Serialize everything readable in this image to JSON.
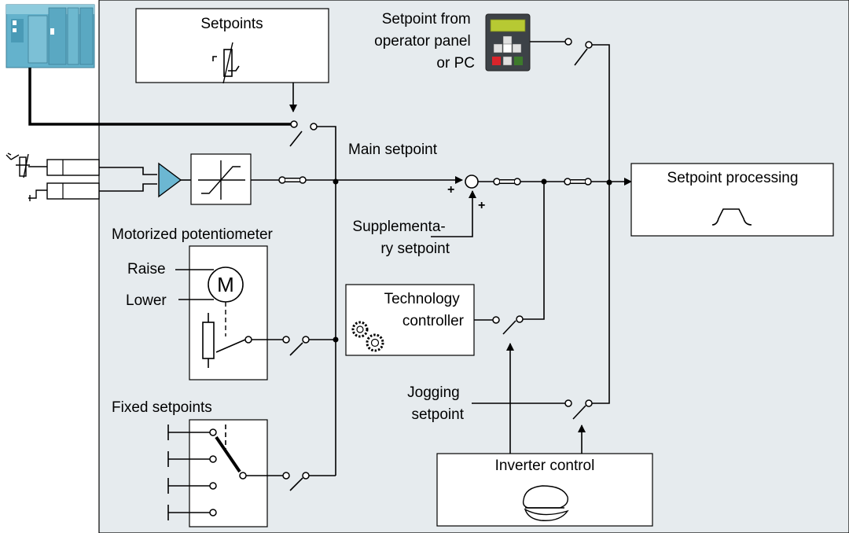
{
  "diagram": {
    "background_color": "#e6ebee",
    "blocks": {
      "setpoints": "Setpoints",
      "setpoint_processing": "Setpoint processing",
      "technology_controller": [
        "Technology",
        "controller"
      ],
      "inverter_control": "Inverter control"
    },
    "labels": {
      "setpoint_from_panel": [
        "Setpoint from",
        "operator panel",
        "or PC"
      ],
      "main_setpoint": "Main setpoint",
      "supplementary_setpoint": [
        "Supplementa-",
        "ry setpoint"
      ],
      "motorized_potentiometer": "Motorized potentiometer",
      "raise": "Raise",
      "lower": "Lower",
      "motor_symbol": "M",
      "jogging_setpoint": [
        "Jogging",
        "setpoint"
      ],
      "fixed_setpoints": "Fixed setpoints",
      "plus_main": "+",
      "plus_supplementary": "+"
    }
  }
}
